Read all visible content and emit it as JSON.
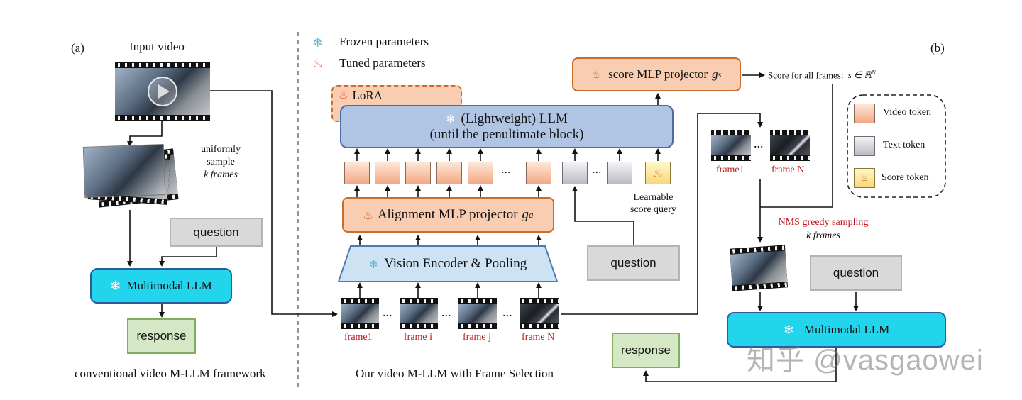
{
  "left_panel": {
    "panel_label": "(a)",
    "input_title": "Input video",
    "sample_line1": "uniformly",
    "sample_line2": "sample",
    "sample_line3": "k frames",
    "question": "question",
    "llm": "Multimodal LLM",
    "response": "response",
    "caption": "conventional video M-LLM framework"
  },
  "legend_top": {
    "frozen": "Frozen parameters",
    "tuned": "Tuned parameters"
  },
  "middle_panel": {
    "lora": "LoRA",
    "llm_line1": "(Lightweight) LLM",
    "llm_line2": "(until the penultimate block)",
    "ellipsis": "...",
    "score_query_line1": "Learnable",
    "score_query_line2": "score query",
    "alignment": "Alignment MLP projector",
    "alignment_sub": "g",
    "alignment_subsub": "a",
    "vision_encoder": "Vision Encoder & Pooling",
    "question": "question",
    "frames": [
      "frame1",
      "frame i",
      "frame j",
      "frame N"
    ],
    "caption": "Our video M-LLM with Frame Selection"
  },
  "right_panel": {
    "panel_label": "(b)",
    "score_mlp": "score MLP projector",
    "score_mlp_sub": "g",
    "score_mlp_subsub": "s",
    "score_text": "Score for all frames:",
    "score_formula": "s ∈ ℝ",
    "score_formula_sup": "N",
    "frame_first": "frame1",
    "frame_last": "frame N",
    "nms_line1": "NMS greedy sampling",
    "nms_line2": "k frames",
    "question": "question",
    "llm": "Multimodal LLM",
    "response": "response"
  },
  "token_legend": {
    "video": "Video token",
    "text": "Text token",
    "score": "Score token"
  },
  "icons": {
    "snowflake": "snowflake-icon",
    "flame": "flame-icon",
    "play": "play-icon"
  },
  "colors": {
    "cyan_llm": "#22d5ec",
    "blue_llm": "#b0c4e4",
    "orange_module": "#f8cdb2",
    "red_text": "#c0161c",
    "response_green": "#d5e8c5",
    "question_gray": "#d9d9d9"
  },
  "watermark": "知乎 @vasgaowei"
}
